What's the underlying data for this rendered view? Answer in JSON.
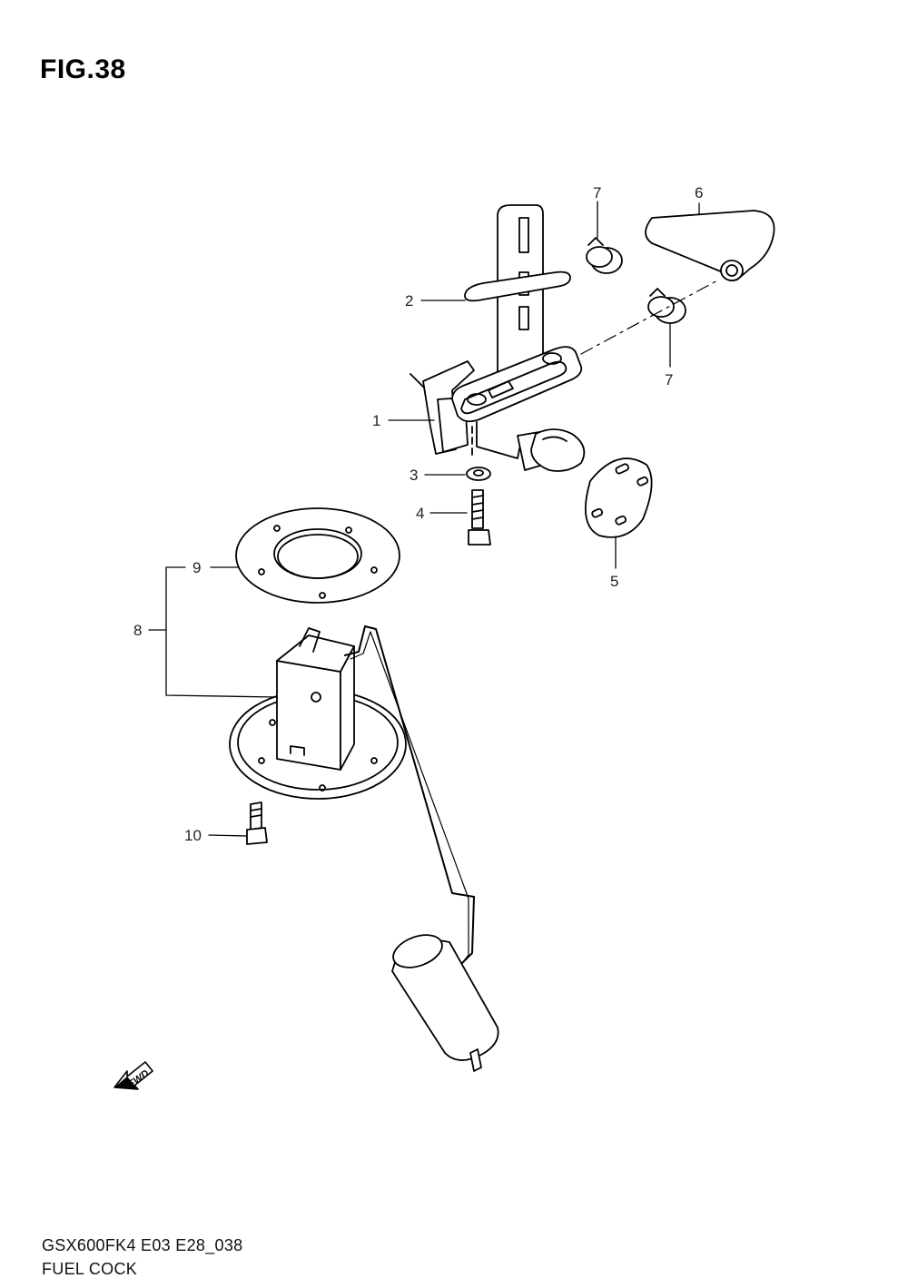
{
  "figure": {
    "title": "FIG.38",
    "model_code": "GSX600FK4 E03 E28_038",
    "caption": "FUEL COCK"
  },
  "callouts": [
    "1",
    "2",
    "3",
    "4",
    "5",
    "6",
    "7",
    "7",
    "8",
    "9",
    "10"
  ],
  "fwd_label": "FWD"
}
